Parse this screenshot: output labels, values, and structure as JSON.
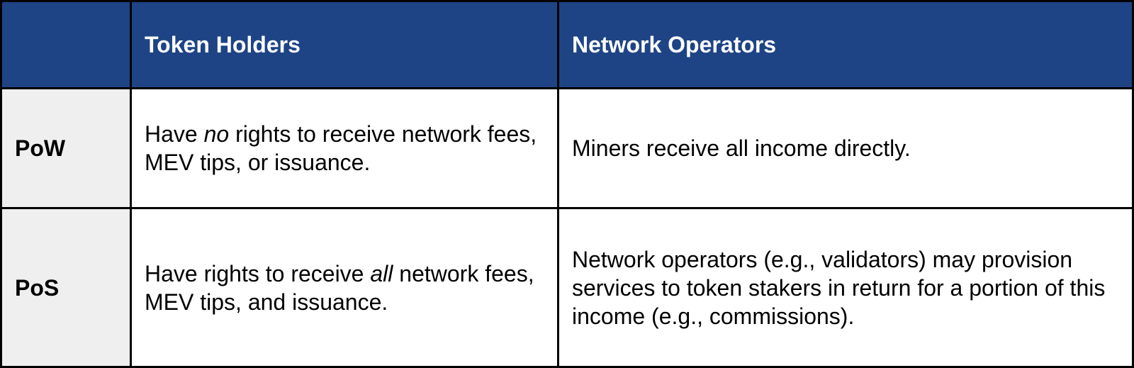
{
  "table": {
    "columns": [
      "",
      "Token Holders",
      "Network Operators"
    ],
    "rows": [
      {
        "label": "PoW",
        "token_holders": {
          "before": "Have ",
          "emph": "no",
          "after": " rights to receive network fees, MEV tips, or issuance."
        },
        "network_operators": "Miners receive all income directly."
      },
      {
        "label": "PoS",
        "token_holders": {
          "before": "Have rights to receive ",
          "emph": "all",
          "after": " network fees, MEV tips, and issuance."
        },
        "network_operators": "Network operators (e.g., validators) may provision services to token stakers in return for a portion of this income (e.g., commissions)."
      }
    ]
  },
  "colors": {
    "header_bg": "#1e4485",
    "stub_bg": "#efefef",
    "border": "#000000"
  }
}
